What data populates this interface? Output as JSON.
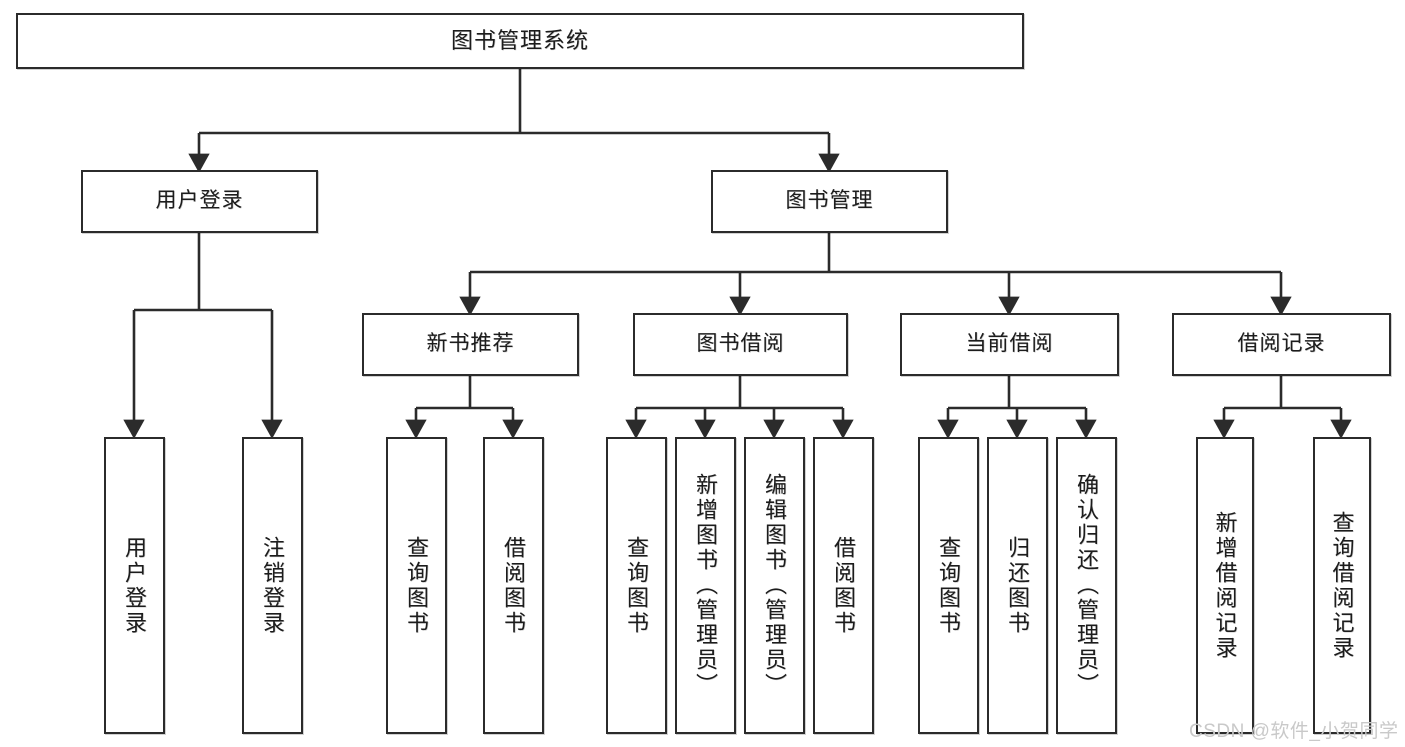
{
  "diagram": {
    "title": "图书管理系统",
    "type": "tree-hierarchy",
    "root": {
      "id": "root",
      "label": "图书管理系统"
    },
    "level2": [
      {
        "id": "user-login",
        "label": "用户登录"
      },
      {
        "id": "book-manage",
        "label": "图书管理"
      }
    ],
    "level3": [
      {
        "id": "new-book-recommend",
        "label": "新书推荐",
        "parent": "book-manage"
      },
      {
        "id": "book-borrow",
        "label": "图书借阅",
        "parent": "book-manage"
      },
      {
        "id": "current-borrow",
        "label": "当前借阅",
        "parent": "book-manage"
      },
      {
        "id": "borrow-record",
        "label": "借阅记录",
        "parent": "book-manage"
      }
    ],
    "leaves": [
      {
        "id": "leaf-user-login",
        "label": "用户登录",
        "parent": "user-login"
      },
      {
        "id": "leaf-user-logout",
        "label": "注销登录",
        "parent": "user-login"
      },
      {
        "id": "leaf-query-book-1",
        "label": "查询图书",
        "parent": "new-book-recommend"
      },
      {
        "id": "leaf-borrow-book-1",
        "label": "借阅图书",
        "parent": "new-book-recommend"
      },
      {
        "id": "leaf-query-book-2",
        "label": "查询图书",
        "parent": "book-borrow"
      },
      {
        "id": "leaf-add-book",
        "label": "新增图书（管理员）",
        "parent": "book-borrow"
      },
      {
        "id": "leaf-edit-book",
        "label": "编辑图书（管理员）",
        "parent": "book-borrow"
      },
      {
        "id": "leaf-borrow-book-2",
        "label": "借阅图书",
        "parent": "book-borrow"
      },
      {
        "id": "leaf-query-book-3",
        "label": "查询图书",
        "parent": "current-borrow"
      },
      {
        "id": "leaf-return-book",
        "label": "归还图书",
        "parent": "current-borrow"
      },
      {
        "id": "leaf-confirm-return",
        "label": "确认归还（管理员）",
        "parent": "current-borrow"
      },
      {
        "id": "leaf-add-record",
        "label": "新增借阅记录",
        "parent": "borrow-record"
      },
      {
        "id": "leaf-query-record",
        "label": "查询借阅记录",
        "parent": "borrow-record"
      }
    ],
    "colors": {
      "box_border": "#2b2b2b",
      "box_fill": "#ffffff",
      "edge": "#3a3a3a",
      "text": "#1c1c1c",
      "watermark": "#c9c9c9"
    }
  },
  "watermark": {
    "text": "CSDN @软件_小贺同学"
  }
}
